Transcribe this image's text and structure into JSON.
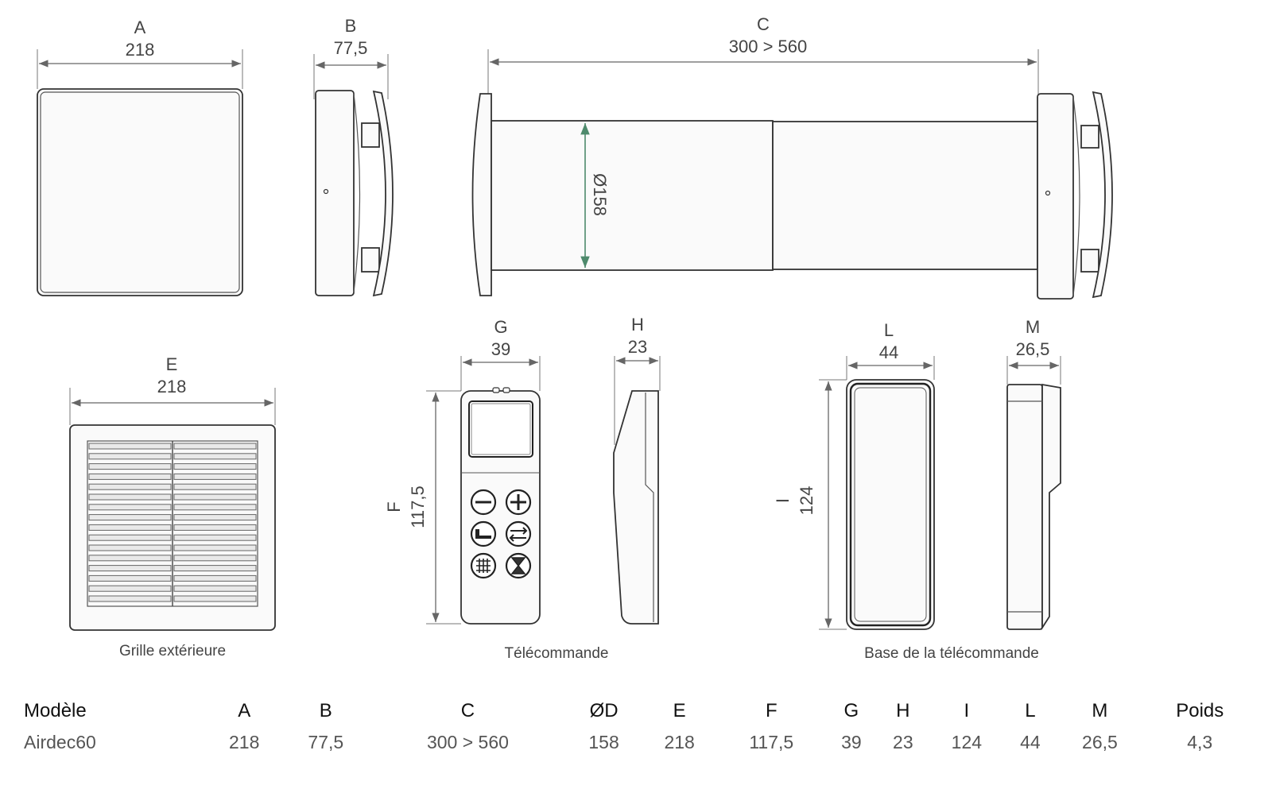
{
  "labels": {
    "A": {
      "letter": "A",
      "value": "218"
    },
    "B": {
      "letter": "B",
      "value": "77,5"
    },
    "C": {
      "letter": "C",
      "value": "300 > 560"
    },
    "D": {
      "value": "Ø158"
    },
    "E": {
      "letter": "E",
      "value": "218"
    },
    "F": {
      "letter": "F",
      "value": "117,5"
    },
    "G": {
      "letter": "G",
      "value": "39"
    },
    "H": {
      "letter": "H",
      "value": "23"
    },
    "I": {
      "letter": "I",
      "value": "124"
    },
    "L": {
      "letter": "L",
      "value": "44"
    },
    "M": {
      "letter": "M",
      "value": "26,5"
    }
  },
  "captions": {
    "grille": "Grille extérieure",
    "remote": "Télécommande",
    "base": "Base de la télécommande"
  },
  "table": {
    "headers": [
      "Modèle",
      "A",
      "B",
      "C",
      "ØD",
      "E",
      "F",
      "G",
      "H",
      "I",
      "L",
      "M",
      "Poids"
    ],
    "rows": [
      [
        "Airdec60",
        "218",
        "77,5",
        "300 > 560",
        "158",
        "218",
        "117,5",
        "39",
        "23",
        "124",
        "44",
        "26,5",
        "4,3"
      ]
    ]
  },
  "colors": {
    "line": "#333333",
    "dimension": "#666666",
    "diameter": "#4e8a6c"
  }
}
